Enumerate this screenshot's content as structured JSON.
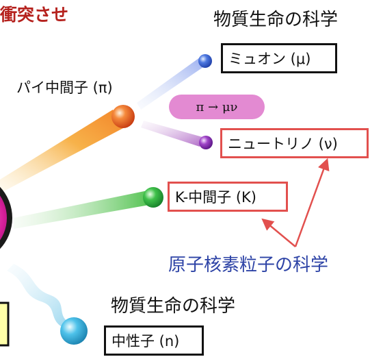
{
  "header_text": "衝突させ",
  "labels": {
    "pion": "パイ中間子 (π)",
    "muon": "ミュオン (μ)",
    "decay": "π → μν",
    "neutrino": "ニュートリノ (ν)",
    "kaon": "K-中間子 (K)",
    "neutron": "中性子 (n)"
  },
  "categories": {
    "material_life_top": "物質生命の科学",
    "nuclear_particle": "原子核素粒子の科学",
    "material_life_bottom": "物質生命の科学"
  },
  "colors": {
    "header": "#b5211d",
    "nuclear_text": "#2d43a6",
    "red_border": "#e2504e",
    "pill": "#e38ad2",
    "pion_ball": "#f05a1e",
    "muon_ball": "#3a63d6",
    "neutrino_ball": "#8a2bb5",
    "kaon_ball": "#2eb44a",
    "neutron_ball": "#35b4e0",
    "target_ball": "#d61e9a",
    "yellow_box": "#ffffa8"
  }
}
